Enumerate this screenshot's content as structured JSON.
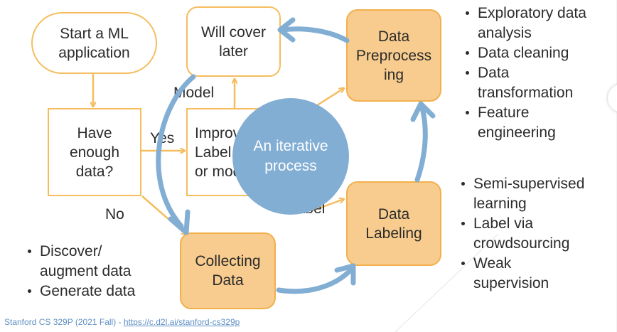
{
  "nodes": {
    "start": "Start a ML\napplication",
    "have_enough": "Have\nenough\ndata?",
    "improve": "Improve\nLabel\nor model",
    "will_cover": "Will cover\nlater",
    "preprocessing": "Data\nPreprocess\ning",
    "labeling": "Data\nLabeling",
    "collecting": "Collecting\nData"
  },
  "labels": {
    "yes": "Yes",
    "no": "No",
    "model": "Model",
    "label_hidden": "Label"
  },
  "center": "An iterative\nprocess",
  "bullets": {
    "preprocessing": [
      "Exploratory data\nanalysis",
      "Data cleaning",
      "Data\ntransformation",
      "Feature\nengineering"
    ],
    "labeling": [
      "Semi-supervised\nlearning",
      "Label via\ncrowdsourcing",
      "Weak\nsupervision"
    ],
    "collecting": [
      "Discover/\naugment data",
      "Generate data"
    ]
  },
  "footer": {
    "text": "Stanford CS 329P (2021 Fall) - ",
    "link": "https://c.d2l.ai/stanford-cs329p"
  },
  "colors": {
    "box_border": "#f5bd5e",
    "box_fill": "#f8cc8e",
    "arrow_blue": "#82aed4",
    "circle": "#82aed4",
    "footer": "#5d8fc4"
  }
}
